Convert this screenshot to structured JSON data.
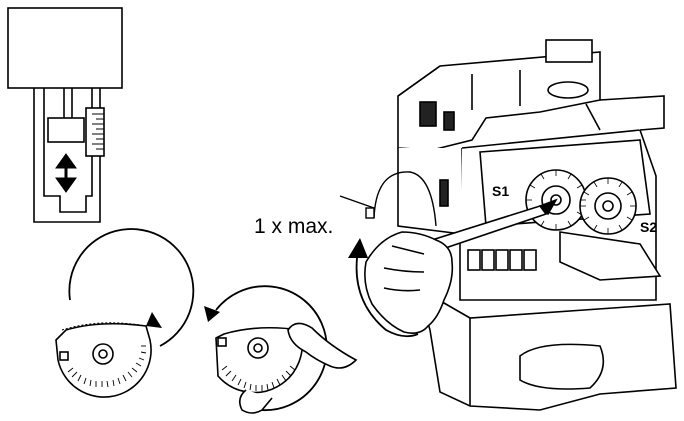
{
  "labels": {
    "instruction": "1 x max.",
    "switch_1": "S1",
    "switch_2": "S2"
  },
  "icons": [
    "adjustment-gauge-icon",
    "up-down-arrow-icon",
    "rotation-arrow-icon",
    "hand-icon",
    "actuator-housing",
    "switch-cam-disc"
  ],
  "colors": {
    "line": "#000000",
    "background": "#ffffff",
    "shade": "#222222"
  }
}
